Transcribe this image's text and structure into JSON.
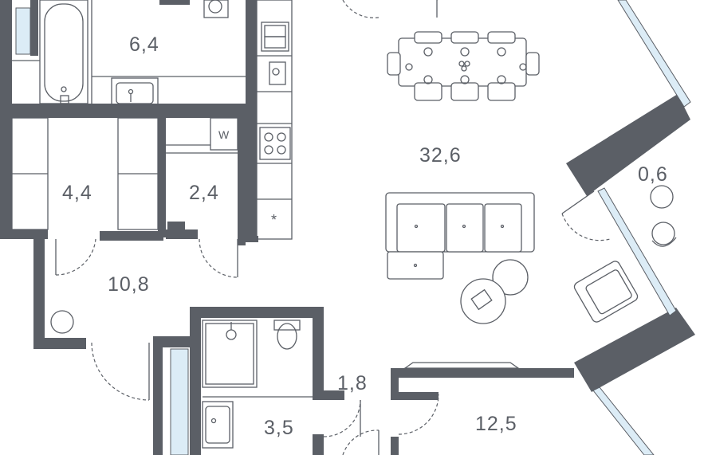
{
  "rooms": {
    "bathroom_top": "6,4",
    "wardrobe_left": "4,4",
    "laundry": "2,4",
    "living": "32,6",
    "balcony": "0,6",
    "hall": "10,8",
    "wc_small": "1,8",
    "bathroom_bottom": "3,5",
    "bedroom": "12,5"
  },
  "appliances": {
    "washer_label": "W",
    "fridge_symbol": "*"
  },
  "colors": {
    "wall": "#5b5f66",
    "glass": "#dcecf6",
    "background": "#ffffff"
  }
}
